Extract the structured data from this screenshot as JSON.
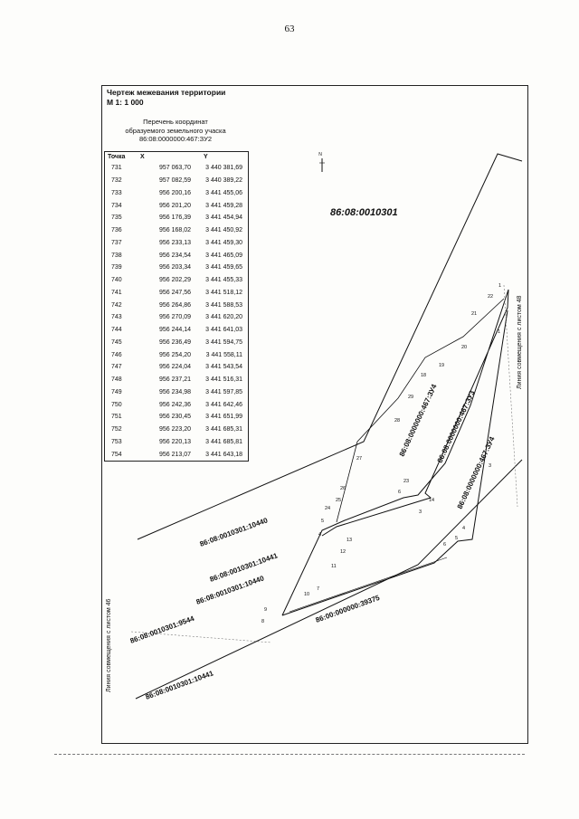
{
  "page_number": "63",
  "title": "Чертеж межевания территории",
  "scale": "М 1: 1 000",
  "list_caption": [
    "Перечень координат",
    "образуемого земельного учаска",
    "86:08:0000000:467:ЗУ2"
  ],
  "table": {
    "headers": [
      "Точка",
      "X",
      "Y"
    ],
    "rows": [
      [
        "731",
        "957 063,70",
        "3 440 381,69"
      ],
      [
        "732",
        "957 082,59",
        "3 440 389,22"
      ],
      [
        "733",
        "956 200,16",
        "3 441 455,06"
      ],
      [
        "734",
        "956 201,20",
        "3 441 459,28"
      ],
      [
        "735",
        "956 176,39",
        "3 441 454,94"
      ],
      [
        "736",
        "956 168,02",
        "3 441 450,92"
      ],
      [
        "737",
        "956 233,13",
        "3 441 459,30"
      ],
      [
        "738",
        "956 234,54",
        "3 441 465,09"
      ],
      [
        "739",
        "956 203,34",
        "3 441 459,65"
      ],
      [
        "740",
        "956 202,29",
        "3 441 455,33"
      ],
      [
        "741",
        "956 247,56",
        "3 441 518,12"
      ],
      [
        "742",
        "956 264,86",
        "3 441 588,53"
      ],
      [
        "743",
        "956 270,09",
        "3 441 620,20"
      ],
      [
        "744",
        "956 244,14",
        "3 441 641,03"
      ],
      [
        "745",
        "956 236,49",
        "3 441 594,75"
      ],
      [
        "746",
        "956 254,20",
        "3 441 558,11"
      ],
      [
        "747",
        "956 224,04",
        "3 441 543,54"
      ],
      [
        "748",
        "956 237,21",
        "3 441 516,31"
      ],
      [
        "749",
        "956 234,98",
        "3 441 597,85"
      ],
      [
        "750",
        "956 242,36",
        "3 441 642,46"
      ],
      [
        "751",
        "956 230,45",
        "3 441 651,99"
      ],
      [
        "752",
        "956 223,20",
        "3 441 685,31"
      ],
      [
        "753",
        "956 220,13",
        "3 441 685,81"
      ],
      [
        "754",
        "956 213,07",
        "3 441 643,18"
      ]
    ]
  },
  "map": {
    "north": "N",
    "block_label": "86:08:0010301",
    "cadastral": {
      "c10440_a": "86:08:0010301:10440",
      "c10441_a": "86:08:0010301:10441",
      "c10440_b": "86:08:0010301:10440",
      "c9544": "86:08:0010301:9544",
      "c39375": "86:00:000000:39375",
      "c10441_b": "86:08:0010301:10441",
      "zu3": "86:08:0000000:467:ЗУ3",
      "zu4_a": "86:08:0000000:467:ЗУ4",
      "zu4_b": "86:08:0000000:467:ЗУ4"
    },
    "sheet_right": "Линия совмещения с листом 48",
    "sheet_left": "Линия совмещения с листом 46",
    "points": [
      "1",
      "22",
      "21",
      "20",
      "19",
      "18",
      "29",
      "28",
      "27",
      "26",
      "25",
      "24",
      "23",
      "6",
      "14",
      "3",
      "5",
      "4",
      "13",
      "12",
      "11",
      "10",
      "7",
      "9",
      "8",
      "1",
      "3",
      "4",
      "5",
      "6"
    ]
  }
}
